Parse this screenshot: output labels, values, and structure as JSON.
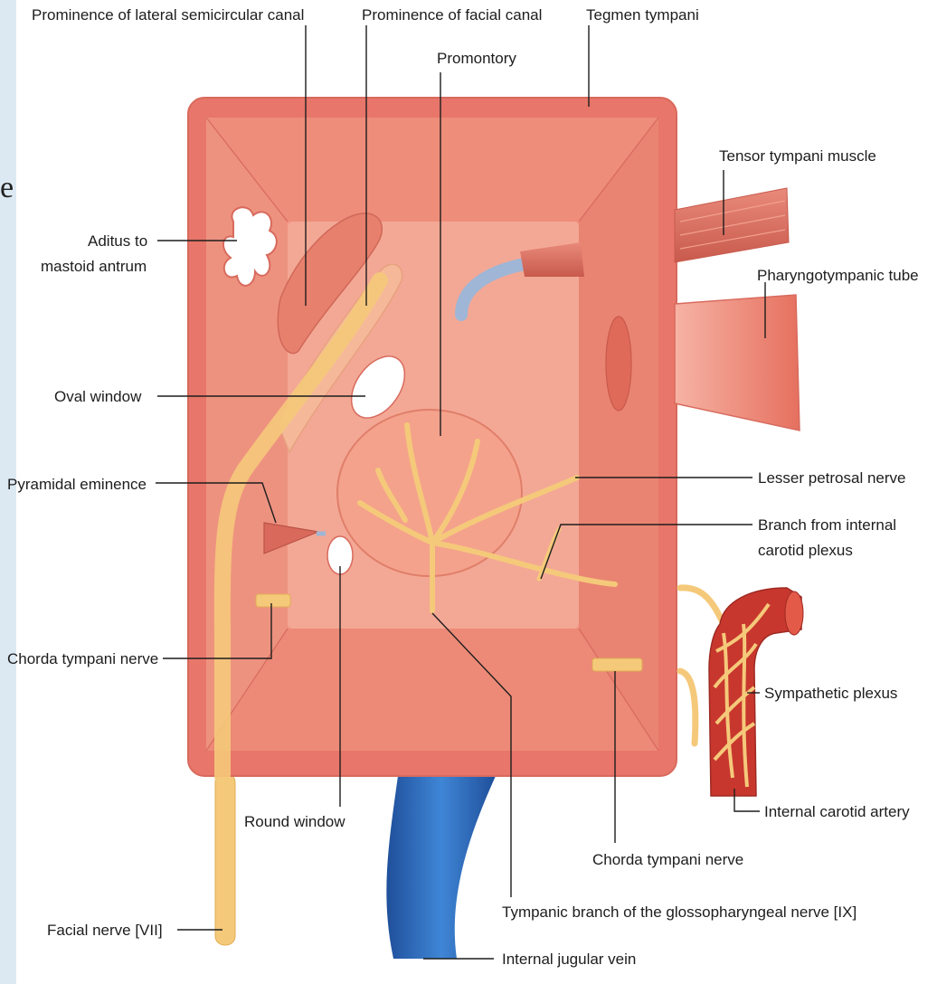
{
  "page_fragment": "e",
  "labels": {
    "prominence_lateral": "Prominence of lateral semicircular canal",
    "prominence_facial": "Prominence of facial canal",
    "tegmen": "Tegmen tympani",
    "promontory": "Promontory",
    "tensor": "Tensor tympani muscle",
    "aditus_1": "Aditus to",
    "aditus_2": "mastoid antrum",
    "pharyngotympanic": "Pharyngotympanic tube",
    "oval_window": "Oval window",
    "pyramidal": "Pyramidal eminence",
    "lesser_petrosal": "Lesser petrosal nerve",
    "branch_1": "Branch from internal",
    "branch_2": "carotid plexus",
    "chorda_left": "Chorda tympani nerve",
    "sympathetic": "Sympathetic plexus",
    "internal_carotid": "Internal carotid artery",
    "round_window": "Round window",
    "chorda_bottom": "Chorda tympani nerve",
    "tympanic_branch": "Tympanic branch of the glossopharyngeal nerve [IX]",
    "facial_nerve": "Facial nerve [VII]",
    "jugular": "Internal jugular vein"
  },
  "colors": {
    "box_outer": "#e8766a",
    "box_inner": "#f19684",
    "wall_back": "#f3a895",
    "promontory": "#f4a28c",
    "nerve": "#f5c97a",
    "vein": "#2f6fc0",
    "artery": "#c8372e",
    "muscle": "#d9695b"
  }
}
